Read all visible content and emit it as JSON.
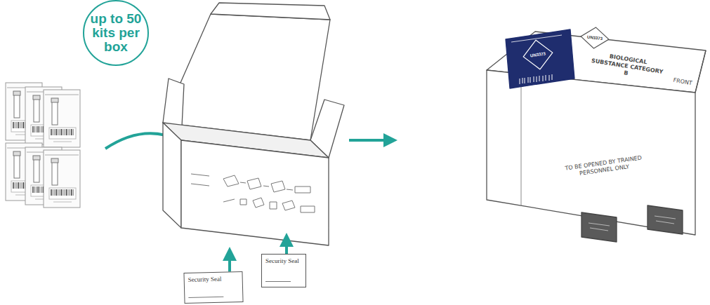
{
  "diagram": {
    "nodes": [
      {
        "text": [
          "up to 50 kits per box"
        ]
      },
      {
        "text": [
          "Security Seal"
        ]
      },
      {
        "text": [
          "Security Seal"
        ]
      },
      {
        "text": [
          "UN3373"
        ]
      },
      {
        "text": [
          "UN3373"
        ]
      }
    ],
    "labels": [
      "BIOLOGICAL SUBSTANCE CATEGORY B",
      "FRONT",
      "TO BE OPENED BY TRAINED PERSONNEL ONLY"
    ]
  }
}
